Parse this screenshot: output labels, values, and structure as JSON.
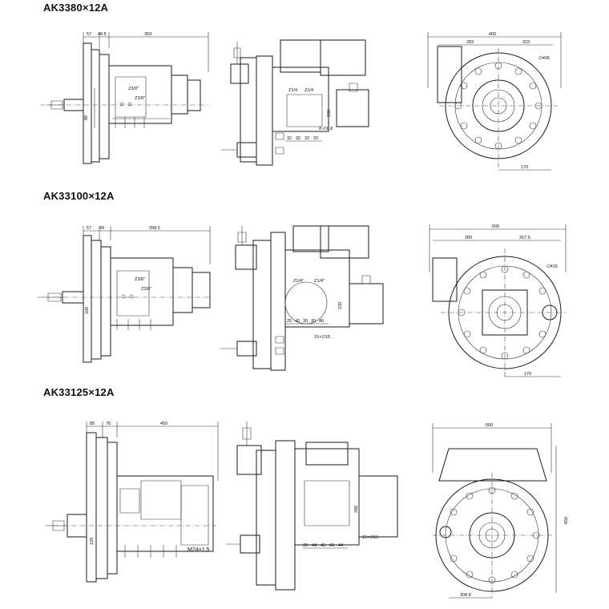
{
  "models": [
    {
      "title": "AK3380×12A",
      "side_dims": [
        "57",
        "48.5",
        "359"
      ],
      "side_height": "80",
      "side_labels": [
        "Z3/8\"",
        "Z3/8\""
      ],
      "mid_labels": [
        "Z1/4",
        "Z1/4"
      ],
      "mid_height": "190",
      "mid_bottom": [
        "32",
        "32",
        "32",
        "32"
      ],
      "mid_note": "8-∅8.8",
      "top_dims": [
        "400",
        "283",
        "323"
      ],
      "top_bolt": "∅405",
      "top_bottom": "170"
    },
    {
      "title": "AK33100×12A",
      "side_dims": [
        "57",
        "49",
        "398.5"
      ],
      "side_height": "100",
      "side_labels": [
        "Z3/8\"",
        "Z3/8\""
      ],
      "mid_labels": [
        "Z1/4\"",
        "Z1/4\""
      ],
      "mid_height": "220",
      "mid_bottom": [
        "25",
        "40",
        "30",
        "30",
        "40"
      ],
      "mid_note": "15×∅16",
      "top_dims": [
        "505",
        "280",
        "267.5"
      ],
      "top_bolt": "∅415",
      "top_bottom": "170"
    },
    {
      "title": "AK33125×12A",
      "side_dims": [
        "85",
        "78",
        "450"
      ],
      "side_height": "125",
      "side_labels": [
        "M24×1.5"
      ],
      "mid_height": "280",
      "mid_bottom": [
        "30",
        "44",
        "43",
        "43",
        "44"
      ],
      "mid_note": "15×∅16",
      "top_dims": [
        "500"
      ],
      "top_height": "650",
      "top_bottom": "308.8"
    }
  ]
}
